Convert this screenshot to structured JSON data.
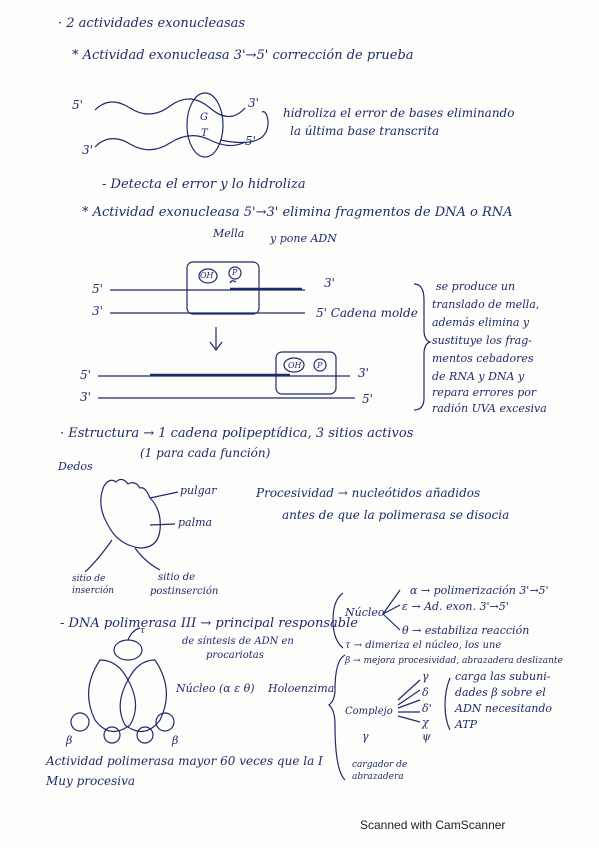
{
  "lines": {
    "l1": "· 2 actividades exonucleasas",
    "l2": "* Actividad exonucleasa 3'→5' corrección de prueba",
    "d1_5a": "5'",
    "d1_3a": "3'",
    "d1_3b": "3'",
    "d1_5b": "5'",
    "d1_G": "G",
    "d1_T": "T",
    "d1_note1": "hidroliza el error de bases eliminando",
    "d1_note2": "la última base transcrita",
    "l3": "- Detecta el error y lo hidroliza",
    "l4": "* Actividad exonucleasa 5'→3' elimina fragmentos de DNA o RNA",
    "mella": "Mella",
    "pone": "y pone ADN",
    "oh": "OH",
    "p": "P",
    "d2_5a": "5'",
    "d2_3a": "3'",
    "d2_3b": "3'",
    "d2_5b": "5' Cadena molde",
    "d3_5a": "5'",
    "d3_3a": "3'",
    "d3_3b": "3'",
    "d3_5b": "5'",
    "oh2": "OH",
    "p2": "P",
    "r1": "se produce un",
    "r2": "translado de mella,",
    "r3": "además elimina y",
    "r4": "sustituye los frag-",
    "r5": "mentos cebadores",
    "r6": "de RNA y DNA y",
    "r7": "repara errores por",
    "r8": "radión UVA excesiva",
    "estr": "· Estructura → 1 cadena polipeptídica, 3 sitios activos",
    "estr2": "(1 para cada función)",
    "dedos": "Dedos",
    "pulgar": "pulgar",
    "palma": "palma",
    "procesividad": "Procesividad → nucleótidos añadidos",
    "procesividad2": "antes de que la polimerasa se disocia",
    "sitio1a": "sitio de",
    "sitio1b": "inserción",
    "sitio2a": "sitio de",
    "sitio2b": "postinserción",
    "dnapol": "- DNA polimerasa III → principal responsable",
    "dnapol2": "de síntesis de ADN en",
    "dnapol3": "procariotas",
    "nucleo": "Núcleo",
    "alfa": "α → polimerización 3'→5'",
    "eps": "ε → Ad. exon. 3'→5'",
    "theta": "θ → estabiliza reacción",
    "tau": "τ → dimeriza el núcleo, los une",
    "beta": "β → mejora procesividad, abrazadera deslizante",
    "nucleo2": "Núcleo (α ε θ)",
    "holo": "Holoenzima",
    "complejo": "Complejo",
    "gamma": "γ",
    "delta": "δ",
    "delta2": "δ'",
    "chi": "χ",
    "psi": "ψ",
    "carga1": "carga las subuni-",
    "carga2": "dades β sobre el",
    "carga3": "ADN necesitando",
    "carga4": "ATP",
    "gamma2": "γ",
    "cargador1": "cargador de",
    "cargador2": "abrazadera",
    "beta_l": "β",
    "beta_r": "β",
    "tau_l": "τ",
    "act": "Actividad polimerasa mayor 60 veces que la I",
    "muy": "Muy procesiva",
    "scan": "Scanned with CamScanner"
  }
}
